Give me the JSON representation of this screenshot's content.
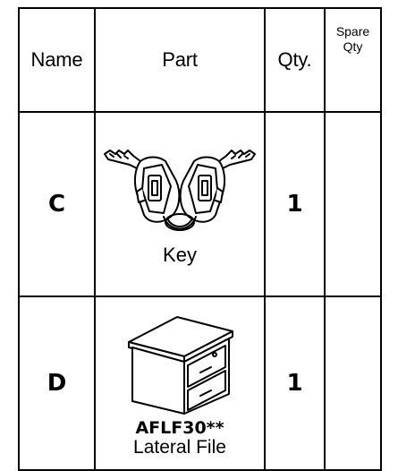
{
  "headers": {
    "name": "Name",
    "part": "Part",
    "qty": "Qty.",
    "spare_line1": "Spare",
    "spare_line2": "Qty"
  },
  "rows": [
    {
      "letter": "C",
      "part_label": "Key",
      "qty": "1",
      "spare_qty": "",
      "icon": "key-pair-icon"
    },
    {
      "letter": "D",
      "part_code": "AFLF30**",
      "part_label": "Lateral File",
      "qty": "1",
      "spare_qty": "",
      "icon": "lateral-file-cabinet-icon"
    }
  ]
}
